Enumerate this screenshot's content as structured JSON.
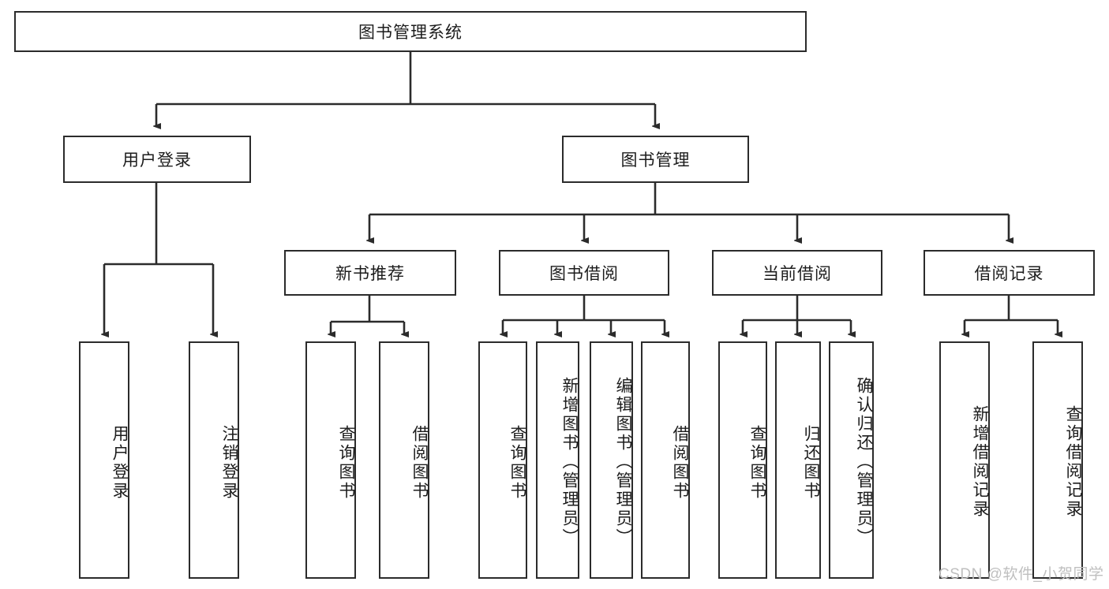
{
  "diagram": {
    "title": "图书管理系统",
    "type": "tree",
    "root": {
      "id": "root",
      "label": "图书管理系统",
      "orientation": "horizontal"
    },
    "level2": [
      {
        "id": "user-login",
        "label": "用户登录",
        "orientation": "horizontal"
      },
      {
        "id": "book-manage",
        "label": "图书管理",
        "orientation": "horizontal"
      }
    ],
    "level3": [
      {
        "id": "new-book-recommend",
        "label": "新书推荐",
        "orientation": "horizontal",
        "parent": "book-manage"
      },
      {
        "id": "book-borrow",
        "label": "图书借阅",
        "orientation": "horizontal",
        "parent": "book-manage"
      },
      {
        "id": "current-borrow",
        "label": "当前借阅",
        "orientation": "horizontal",
        "parent": "book-manage"
      },
      {
        "id": "borrow-record",
        "label": "借阅记录",
        "orientation": "horizontal",
        "parent": "book-manage"
      }
    ],
    "leaves": [
      {
        "id": "leaf-user-login",
        "label": "用户登录",
        "parent": "user-login"
      },
      {
        "id": "leaf-logout-login",
        "label": "注销登录",
        "parent": "user-login"
      },
      {
        "id": "leaf-query-book-1",
        "label": "查询图书",
        "parent": "new-book-recommend"
      },
      {
        "id": "leaf-borrow-book-1",
        "label": "借阅图书",
        "parent": "new-book-recommend"
      },
      {
        "id": "leaf-query-book-2",
        "label": "查询图书",
        "parent": "book-borrow"
      },
      {
        "id": "leaf-add-book-admin",
        "label": "新增图书（管理员）",
        "parent": "book-borrow"
      },
      {
        "id": "leaf-edit-book-admin",
        "label": "编辑图书（管理员）",
        "parent": "book-borrow"
      },
      {
        "id": "leaf-borrow-book-2",
        "label": "借阅图书",
        "parent": "book-borrow"
      },
      {
        "id": "leaf-query-book-3",
        "label": "查询图书",
        "parent": "current-borrow"
      },
      {
        "id": "leaf-return-book",
        "label": "归还图书",
        "parent": "current-borrow"
      },
      {
        "id": "leaf-confirm-return-admin",
        "label": "确认归还（管理员）",
        "parent": "current-borrow"
      },
      {
        "id": "leaf-add-borrow-record",
        "label": "新增借阅记录",
        "parent": "borrow-record"
      },
      {
        "id": "leaf-query-borrow-record",
        "label": "查询借阅记录",
        "parent": "borrow-record"
      }
    ],
    "colors": {
      "stroke": "#2b2b2b",
      "background": "#ffffff",
      "text": "#1c1c1c",
      "watermark": "#bfbfbf"
    }
  },
  "watermark": {
    "text": "CSDN @软件_小贺同学"
  }
}
